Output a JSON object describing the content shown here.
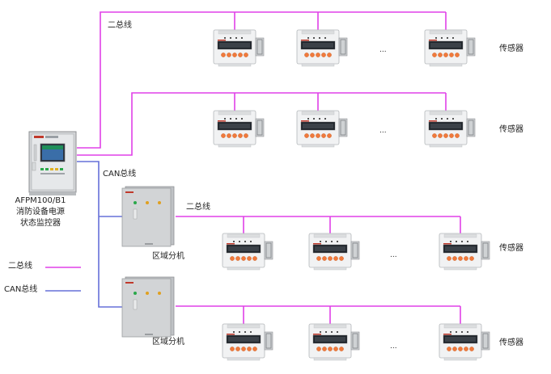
{
  "diagram": {
    "host": {
      "model": "AFPM100/B1",
      "name_line1": "消防设备电源",
      "name_line2": "状态监控器"
    },
    "bus_labels": {
      "two_wire_top": "二总线",
      "can": "CAN总线",
      "two_wire_zone": "二总线"
    },
    "sensor_label": "传感器",
    "ellipsis": "...",
    "zone_unit_label": "区域分机",
    "legend": {
      "two_wire": {
        "label": "二总线",
        "color": "#e040e8"
      },
      "can": {
        "label": "CAN总线",
        "color": "#6670d8"
      }
    }
  }
}
